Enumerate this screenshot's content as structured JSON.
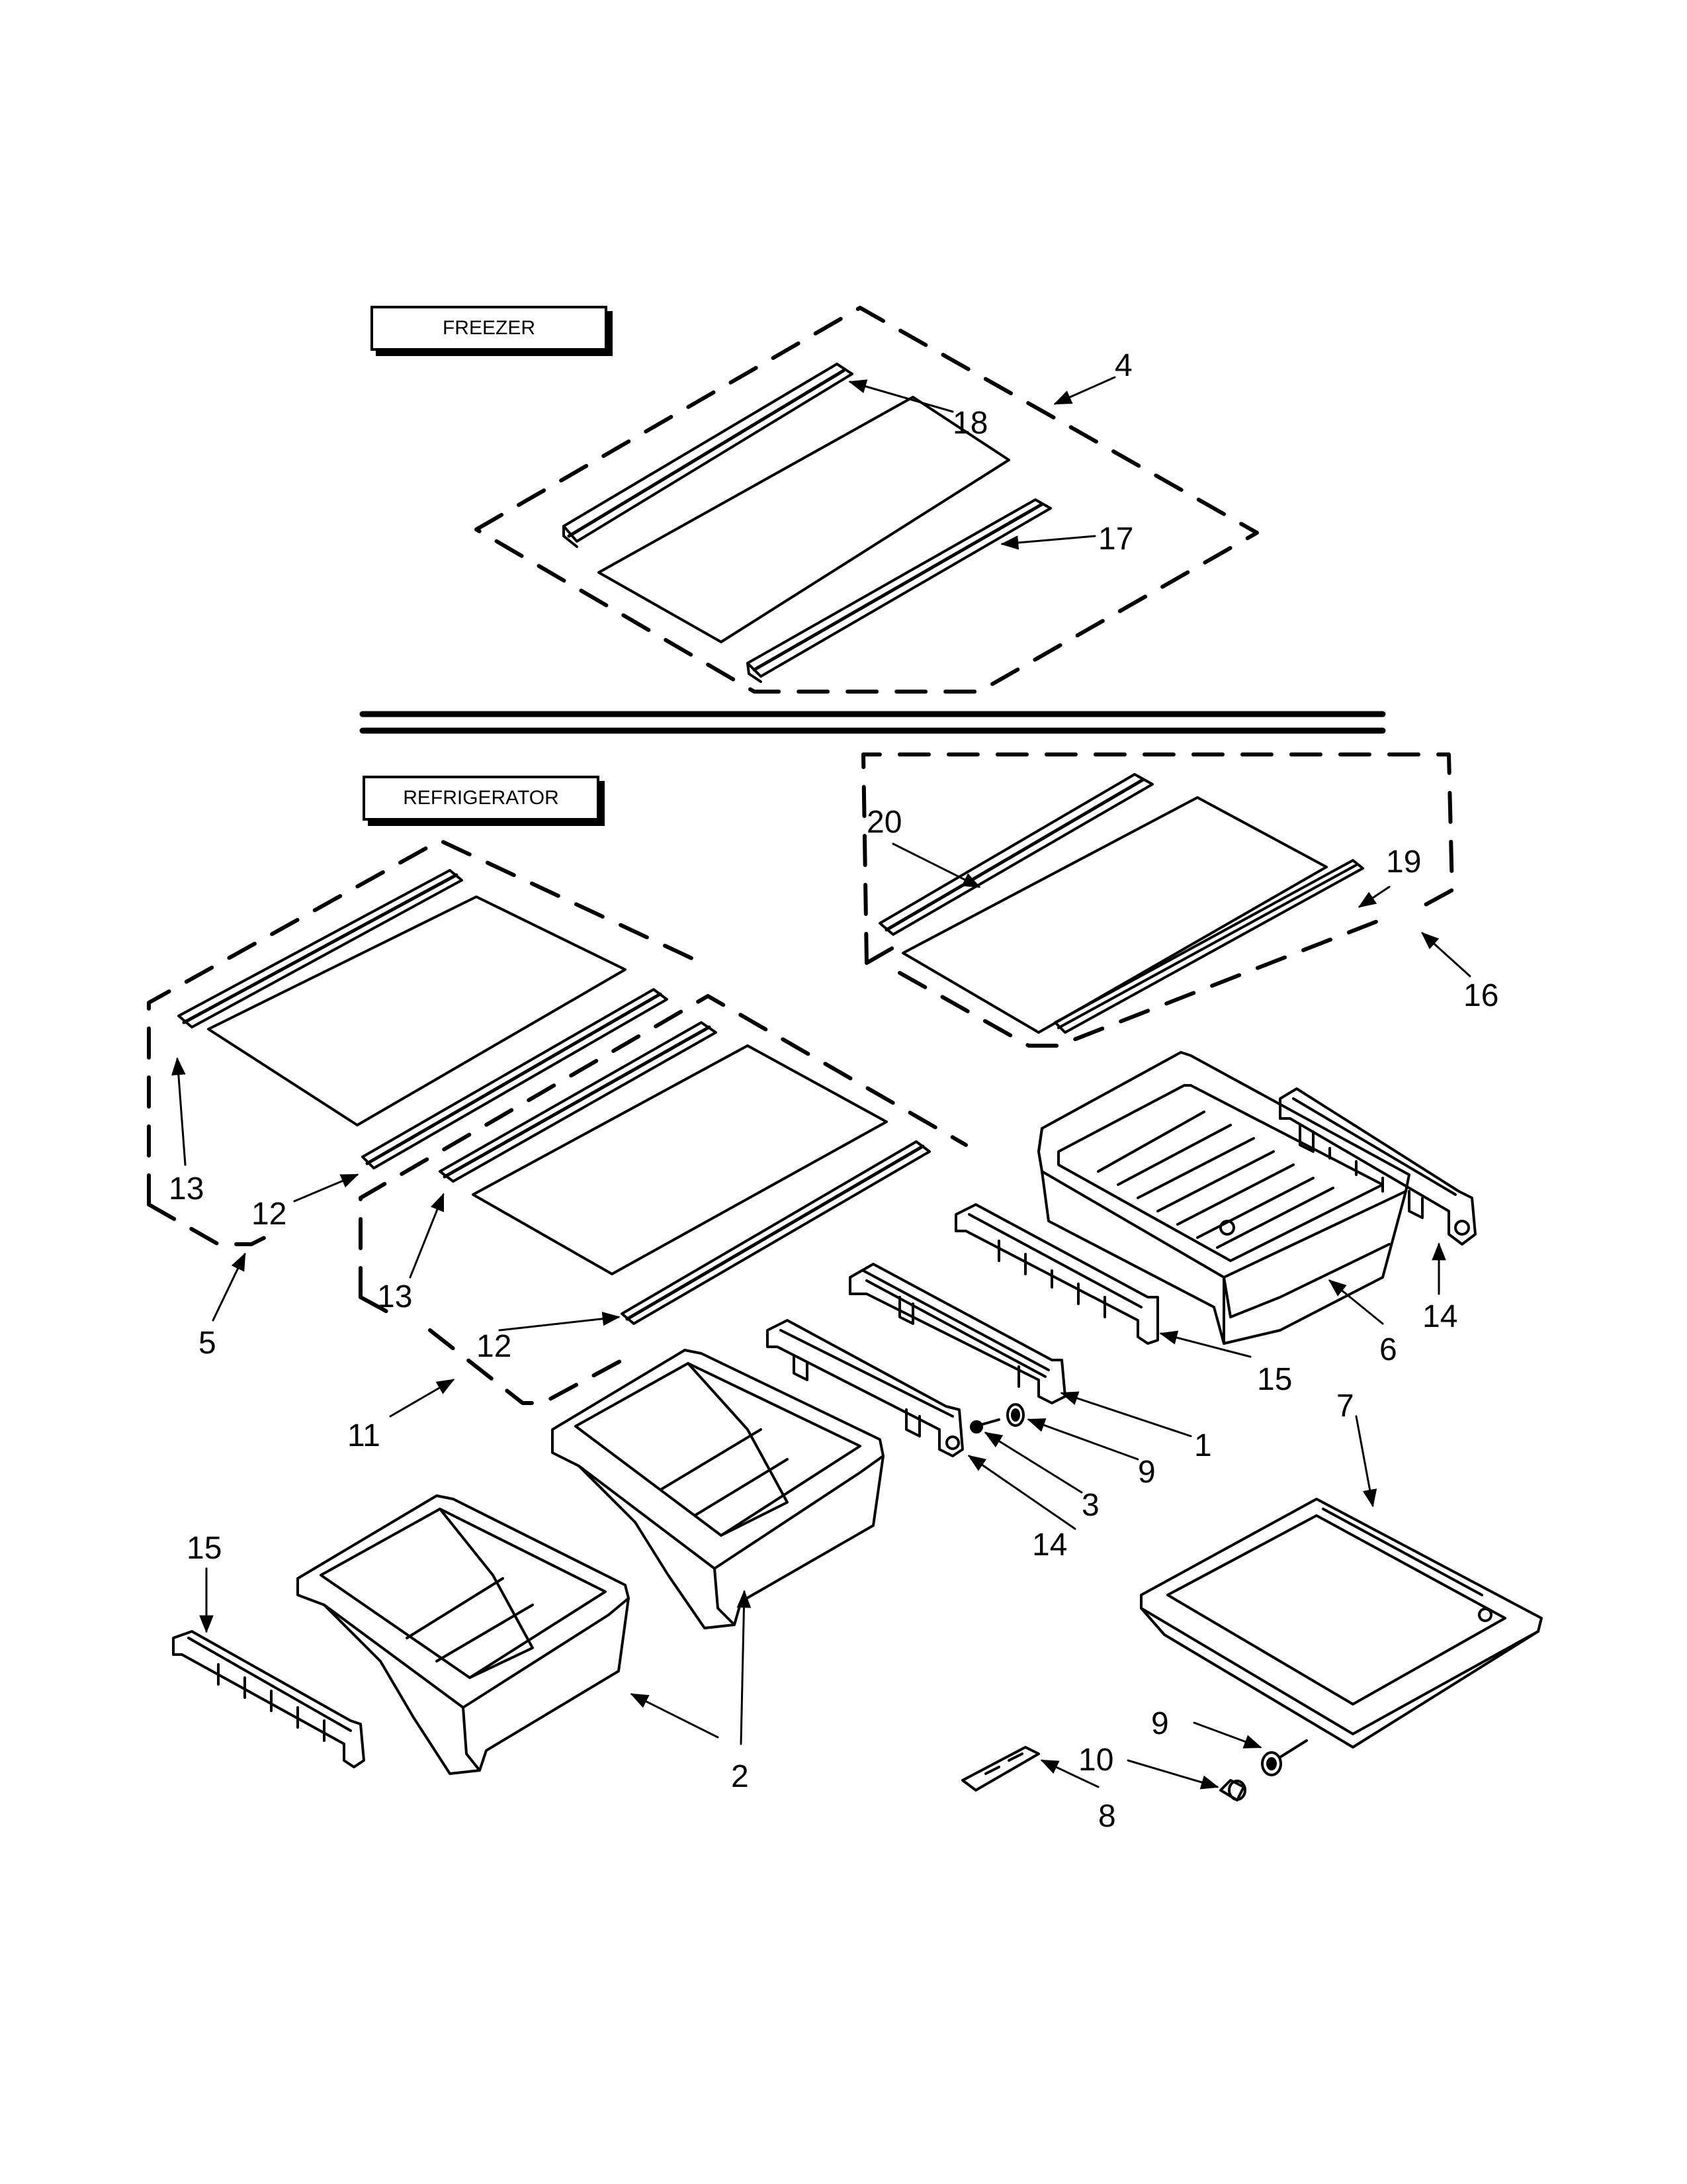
{
  "sections": {
    "freezer": "FREEZER",
    "refrigerator": "REFRIGERATOR"
  },
  "callouts": {
    "c1": "1",
    "c2": "2",
    "c3": "3",
    "c4": "4",
    "c5": "5",
    "c6": "6",
    "c7": "7",
    "c8": "8",
    "c9a": "9",
    "c9b": "9",
    "c10": "10",
    "c11": "11",
    "c12a": "12",
    "c12b": "12",
    "c13a": "13",
    "c13b": "13",
    "c14a": "14",
    "c14b": "14",
    "c15a": "15",
    "c15b": "15",
    "c16": "16",
    "c17": "17",
    "c18": "18",
    "c19": "19",
    "c20": "20"
  },
  "colors": {
    "ink": "#000000",
    "paper": "#ffffff"
  }
}
